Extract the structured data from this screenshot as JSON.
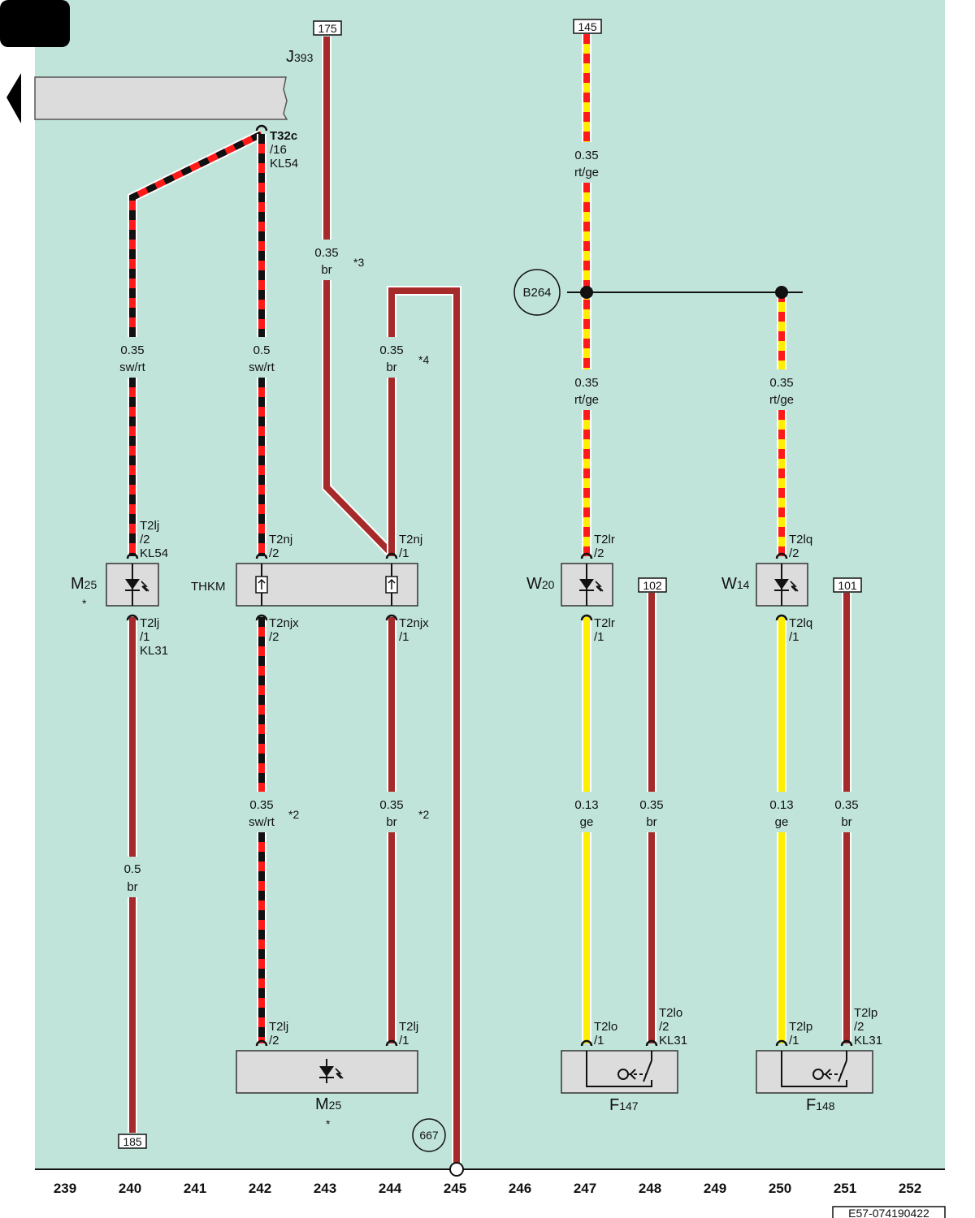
{
  "bus": {
    "label_main": "J",
    "label_sub": "393"
  },
  "refs": {
    "r175": "175",
    "r145": "145",
    "r185": "185",
    "r102": "102",
    "r101": "101",
    "b264": "B264",
    "c667": "667"
  },
  "labels": {
    "t32c": "T32c",
    "t32c_pin": "/16",
    "kl54_top": "KL54",
    "w240_a": "0.35",
    "w240_b": "sw/rt",
    "w242_a": "0.5",
    "w242_b": "sw/rt",
    "w243_a": "0.35",
    "w243_b": "br",
    "note3": "*3",
    "w244_a": "0.35",
    "w244_b": "br",
    "note4": "*4",
    "w247_a1": "0.35",
    "w247_b1": "rt/ge",
    "w247_a2": "0.35",
    "w247_b2": "rt/ge",
    "w250_a": "0.35",
    "w250_b": "rt/ge",
    "t2lj": "T2lj",
    "t2lj_2": "/2",
    "kl54": "KL54",
    "t2lj_b": "T2lj",
    "t2lj_1": "/1",
    "kl31": "KL31",
    "t2nj_a": "T2nj",
    "t2nj_a_pin": "/2",
    "t2nj_b": "T2nj",
    "t2nj_b_pin": "/1",
    "t2njx_a": "T2njx",
    "t2njx_a_pin": "/2",
    "t2njx_b": "T2njx",
    "t2njx_b_pin": "/1",
    "t2lr_a": "T2lr",
    "t2lr_a_pin": "/2",
    "t2lr_b": "T2lr",
    "t2lr_b_pin": "/1",
    "t2lq_a": "T2lq",
    "t2lq_a_pin": "/2",
    "t2lq_b": "T2lq",
    "t2lq_b_pin": "/1",
    "m25_left": "M",
    "m25_left_sub": "25",
    "star": "*",
    "thkm": "THKM",
    "w20": "W",
    "w20_sub": "20",
    "w14": "W",
    "w14_sub": "14",
    "w240_c": "0.5",
    "w240_d": "br",
    "w242_c": "0.35",
    "w242_d": "sw/rt",
    "note2a": "*2",
    "w244_c": "0.35",
    "w244_d": "br",
    "note2b": "*2",
    "w247_c": "0.13",
    "w247_d": "ge",
    "w248_c": "0.35",
    "w248_d": "br",
    "w250_c": "0.13",
    "w250_d": "ge",
    "w251_c": "0.35",
    "w251_d": "br",
    "t2lj_c": "T2lj",
    "t2lj_c_pin": "/2",
    "t2lj_d": "T2lj",
    "t2lj_d_pin": "/1",
    "t2lo_a": "T2lo",
    "t2lo_a_pin": "/1",
    "t2lo_b": "T2lo",
    "t2lo_b_pin": "/2",
    "kl31_b": "KL31",
    "t2lp_a": "T2lp",
    "t2lp_a_pin": "/1",
    "t2lp_b": "T2lp",
    "t2lp_b_pin": "/2",
    "kl31_c": "KL31",
    "m25_bottom": "M",
    "m25_bottom_sub": "25",
    "star2": "*",
    "f147": "F",
    "f147_sub": "147",
    "f148": "F",
    "f148_sub": "148"
  },
  "columns": [
    "239",
    "240",
    "241",
    "242",
    "243",
    "244",
    "245",
    "246",
    "247",
    "248",
    "249",
    "250",
    "251",
    "252"
  ],
  "footer_code": "E57-074190422",
  "colors": {
    "background": "#c0e4da",
    "brown": "#a62a2a",
    "red": "#ff1a1a",
    "black": "#111111",
    "yellow": "#ffee00",
    "component": "#dcdcdc"
  },
  "icons": [
    "led-icon",
    "switch-icon",
    "plug-contact-icon",
    "left-arrow-icon"
  ]
}
